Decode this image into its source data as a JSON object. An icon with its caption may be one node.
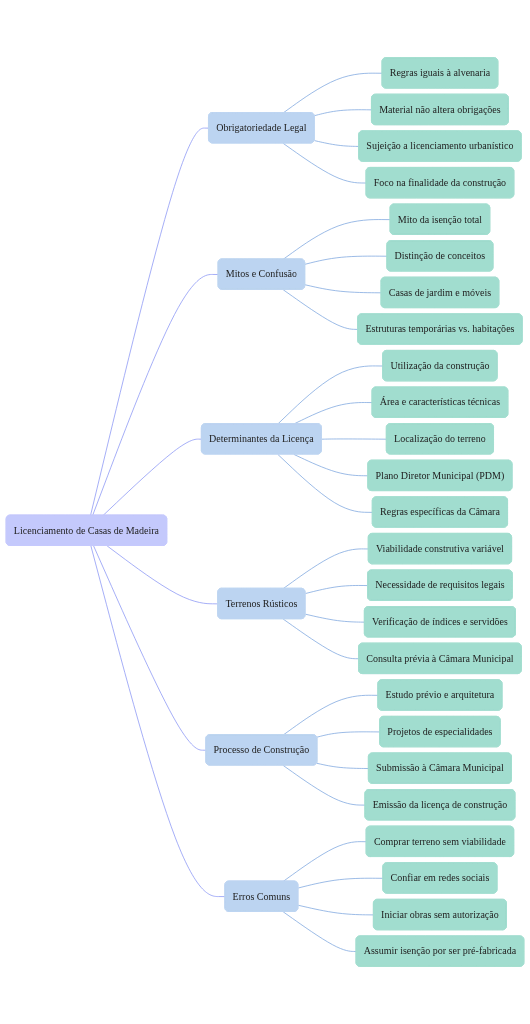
{
  "diagram": {
    "nodes": [
      {
        "text": [
          "Licenciamento de Casas de Madeira"
        ]
      },
      {
        "text": [
          "Obrigatoriedade Legal"
        ]
      },
      {
        "text": [
          "Regras iguais à alvenaria"
        ]
      },
      {
        "text": [
          "Material não altera obrigações"
        ]
      },
      {
        "text": [
          "Sujeição a licenciamento urbanístico"
        ]
      },
      {
        "text": [
          "Foco na finalidade da construção"
        ]
      },
      {
        "text": [
          "Mitos e Confusão"
        ]
      },
      {
        "text": [
          "Mito da isenção total"
        ]
      },
      {
        "text": [
          "Distinção de conceitos"
        ]
      },
      {
        "text": [
          "Casas de jardim e móveis"
        ]
      },
      {
        "text": [
          "Estruturas temporárias vs. habitações"
        ]
      },
      {
        "text": [
          "Determinantes da Licença"
        ]
      },
      {
        "text": [
          "Utilização da construção"
        ]
      },
      {
        "text": [
          "Área e características técnicas"
        ]
      },
      {
        "text": [
          "Localização do terreno"
        ]
      },
      {
        "text": [
          "Plano Diretor Municipal (PDM)"
        ]
      },
      {
        "text": [
          "Regras específicas da Câmara"
        ]
      },
      {
        "text": [
          "Terrenos Rústicos"
        ]
      },
      {
        "text": [
          "Viabilidade construtiva variável"
        ]
      },
      {
        "text": [
          "Necessidade de requisitos legais"
        ]
      },
      {
        "text": [
          "Verificação de índices e servidões"
        ]
      },
      {
        "text": [
          "Consulta prévia à Câmara Municipal"
        ]
      },
      {
        "text": [
          "Processo de Construção"
        ]
      },
      {
        "text": [
          "Estudo prévio e arquitetura"
        ]
      },
      {
        "text": [
          "Projetos de especialidades"
        ]
      },
      {
        "text": [
          "Submissão à Câmara Municipal"
        ]
      },
      {
        "text": [
          "Emissão da licença de construção"
        ]
      },
      {
        "text": [
          "Erros Comuns"
        ]
      },
      {
        "text": [
          "Comprar terreno sem viabilidade"
        ]
      },
      {
        "text": [
          "Confiar em redes sociais"
        ]
      },
      {
        "text": [
          "Iniciar obras sem autorização"
        ]
      },
      {
        "text": [
          "Assumir isenção por ser pré-fabricada"
        ]
      }
    ],
    "edges": [
      {
        "from": 0,
        "to": 1,
        "arrow": "none",
        "color": "#8b97f4"
      },
      {
        "from": 1,
        "to": 2,
        "arrow": "none"
      },
      {
        "from": 1,
        "to": 3,
        "arrow": "none"
      },
      {
        "from": 1,
        "to": 4,
        "arrow": "none"
      },
      {
        "from": 1,
        "to": 5,
        "arrow": "none"
      },
      {
        "from": 0,
        "to": 6,
        "arrow": "none",
        "color": "#8b97f4"
      },
      {
        "from": 6,
        "to": 7,
        "arrow": "none"
      },
      {
        "from": 6,
        "to": 8,
        "arrow": "none"
      },
      {
        "from": 6,
        "to": 9,
        "arrow": "none"
      },
      {
        "from": 6,
        "to": 10,
        "arrow": "none"
      },
      {
        "from": 0,
        "to": 11,
        "arrow": "none",
        "color": "#8b97f4"
      },
      {
        "from": 11,
        "to": 12,
        "arrow": "none"
      },
      {
        "from": 11,
        "to": 13,
        "arrow": "none"
      },
      {
        "from": 11,
        "to": 14,
        "arrow": "none"
      },
      {
        "from": 11,
        "to": 15,
        "arrow": "none"
      },
      {
        "from": 11,
        "to": 16,
        "arrow": "none"
      },
      {
        "from": 0,
        "to": 17,
        "arrow": "none",
        "color": "#8b97f4"
      },
      {
        "from": 17,
        "to": 18,
        "arrow": "none"
      },
      {
        "from": 17,
        "to": 19,
        "arrow": "none"
      },
      {
        "from": 17,
        "to": 20,
        "arrow": "none"
      },
      {
        "from": 17,
        "to": 21,
        "arrow": "none"
      },
      {
        "from": 0,
        "to": 22,
        "arrow": "none",
        "color": "#8b97f4"
      },
      {
        "from": 22,
        "to": 23,
        "arrow": "none"
      },
      {
        "from": 22,
        "to": 24,
        "arrow": "none"
      },
      {
        "from": 22,
        "to": 25,
        "arrow": "none"
      },
      {
        "from": 22,
        "to": 26,
        "arrow": "none"
      },
      {
        "from": 0,
        "to": 27,
        "arrow": "none",
        "color": "#8b97f4"
      },
      {
        "from": 27,
        "to": 28,
        "arrow": "none"
      },
      {
        "from": 27,
        "to": 29,
        "arrow": "none"
      },
      {
        "from": 27,
        "to": 30,
        "arrow": "none"
      },
      {
        "from": 27,
        "to": 31,
        "arrow": "none"
      }
    ]
  }
}
